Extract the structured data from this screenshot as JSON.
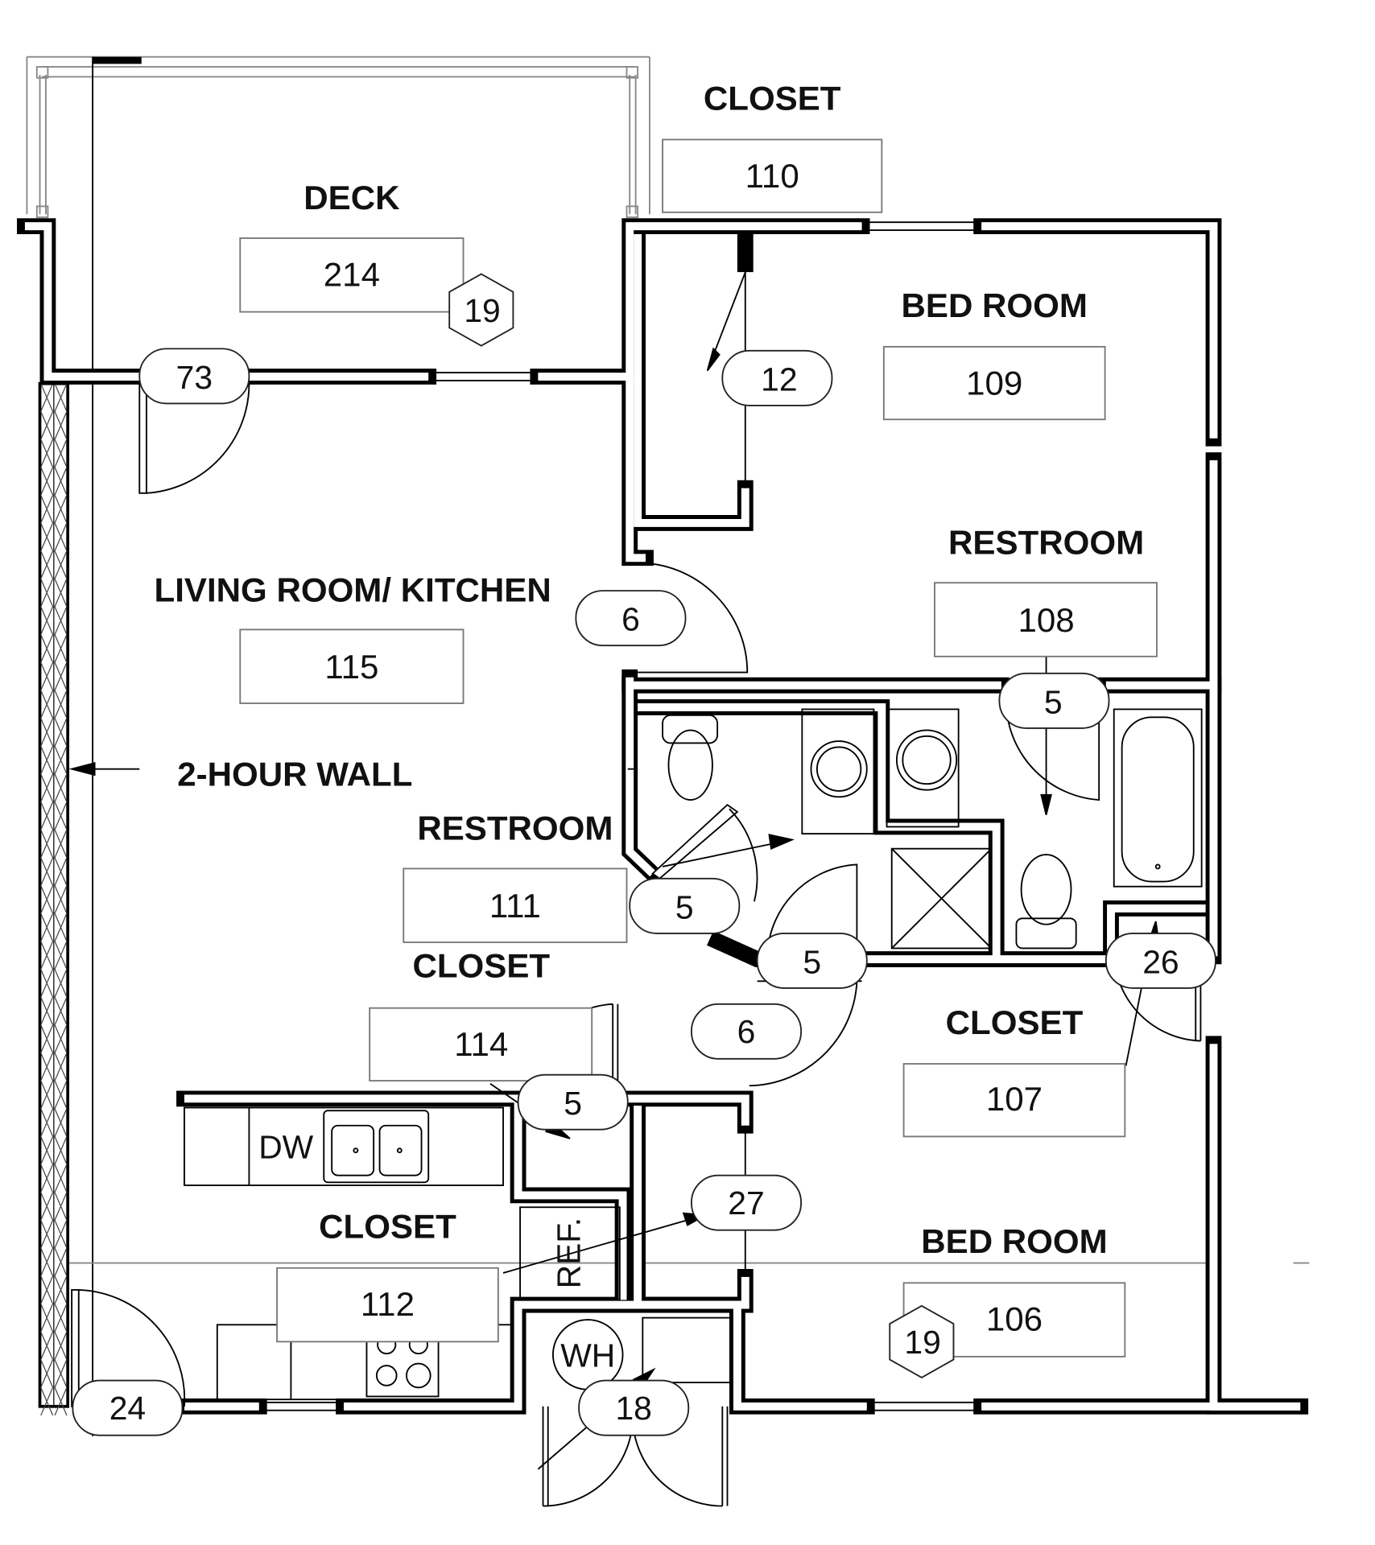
{
  "rooms": {
    "deck": {
      "name": "DECK",
      "number": "214"
    },
    "closet_110": {
      "name": "CLOSET",
      "number": "110"
    },
    "bedroom_109": {
      "name": "BED ROOM",
      "number": "109"
    },
    "restroom_108": {
      "name": "RESTROOM",
      "number": "108"
    },
    "living_kitchen": {
      "name": "LIVING ROOM/ KITCHEN",
      "number": "115"
    },
    "restroom_111": {
      "name": "RESTROOM",
      "number": "111"
    },
    "closet_114": {
      "name": "CLOSET",
      "number": "114"
    },
    "closet_107": {
      "name": "CLOSET",
      "number": "107"
    },
    "closet_112": {
      "name": "CLOSET",
      "number": "112"
    },
    "bedroom_106": {
      "name": "BED ROOM",
      "number": "106"
    }
  },
  "wall_note": "2-HOUR WALL",
  "door_tags": [
    "73",
    "12",
    "6",
    "5",
    "5",
    "5",
    "6",
    "5",
    "27",
    "26",
    "24",
    "18"
  ],
  "hex_tags": [
    "19",
    "19"
  ],
  "fixtures": {
    "dishwasher": "DW",
    "refrigerator": "REF.",
    "water_heater": "WH"
  }
}
